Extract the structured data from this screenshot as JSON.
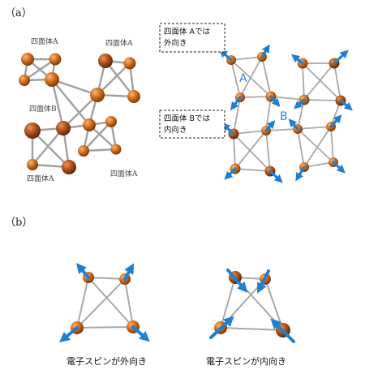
{
  "panel_a": {
    "label": "（a）",
    "left_labels": {
      "top_left": "四面体A",
      "top_right": "四面体A",
      "middle": "四面体B",
      "bottom_left": "四面体A",
      "bottom_right": "四面体A"
    },
    "note_outward": {
      "line1": "四面体 Aでは",
      "line2": "外向き"
    },
    "note_inward": {
      "line1": "四面体 Bでは",
      "line2": "内向き"
    },
    "marker_a": "A",
    "marker_b": "B"
  },
  "panel_b": {
    "label": "（b）",
    "caption_outward": "電子スピンが外向き",
    "caption_inward": "電子スピンが内向き"
  },
  "colors": {
    "atom": "#d9731f",
    "atom_dark": "#8a3d08",
    "bond": "#9a9a9a",
    "arrow": "#1f7fd0",
    "label_blue": "#2f86d6"
  }
}
